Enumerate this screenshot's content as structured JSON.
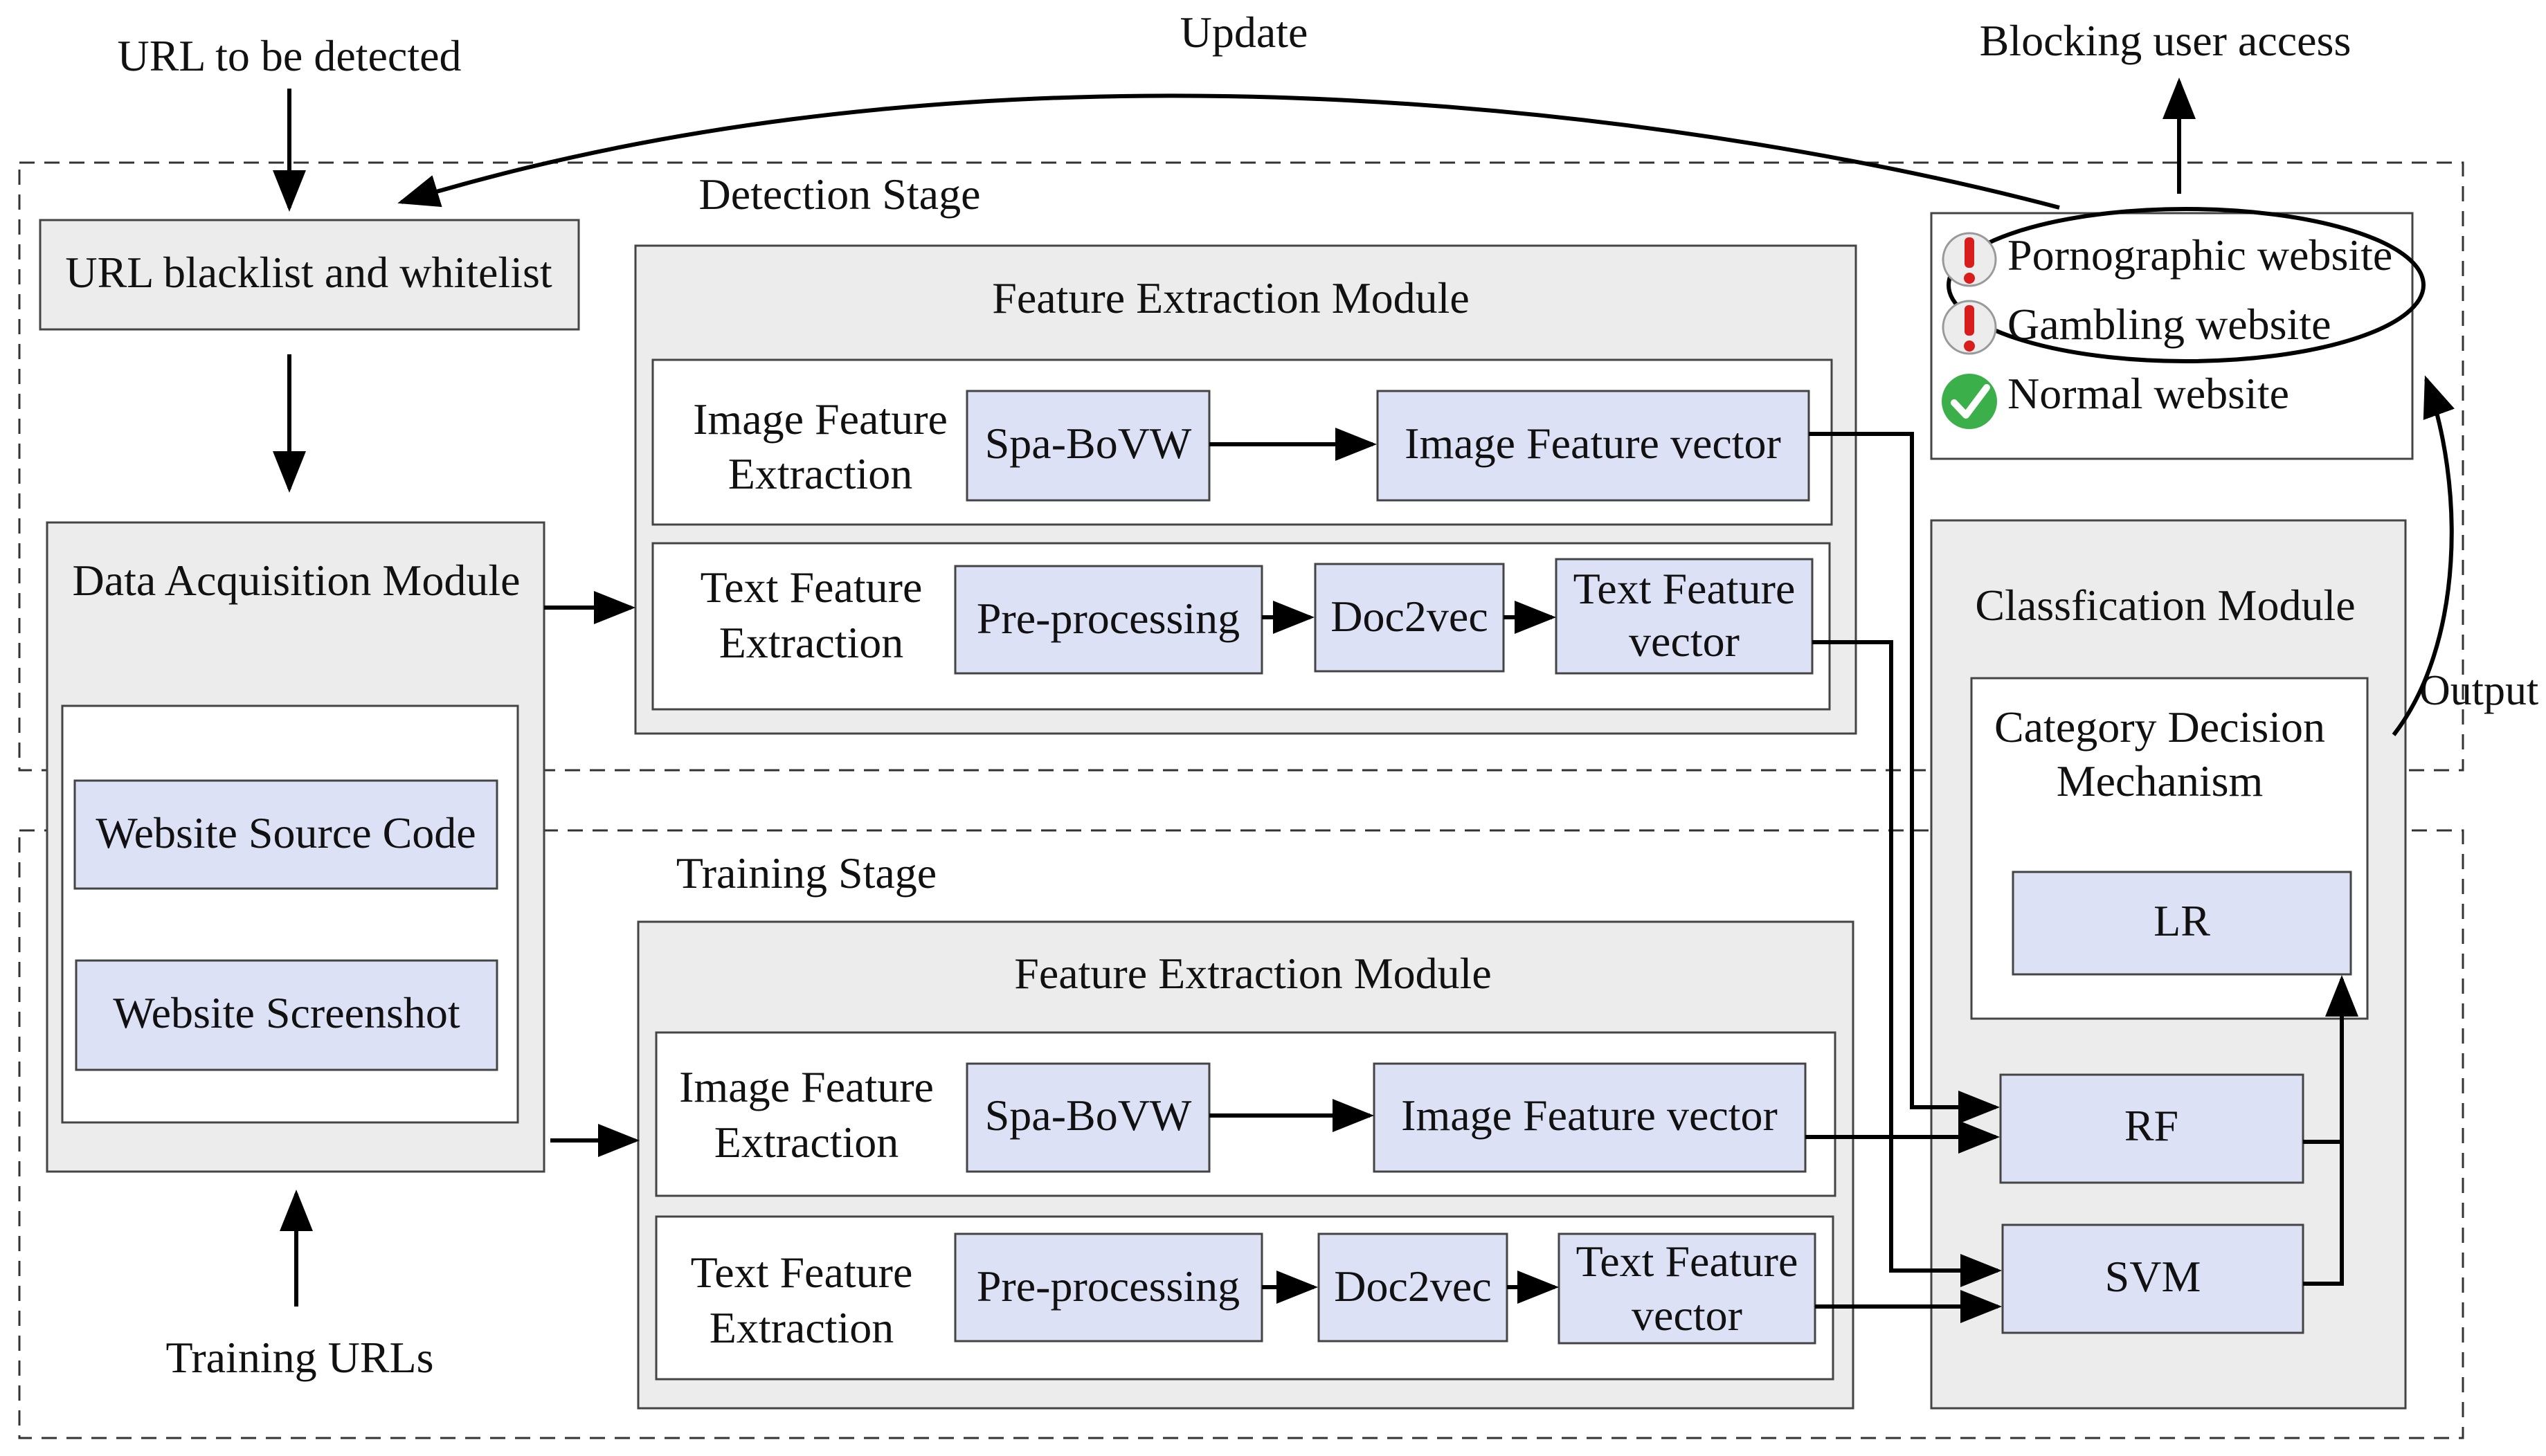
{
  "labels": {
    "url_to_be_detected": "URL to be detected",
    "update": "Update",
    "blocking_user_access": "Blocking user access",
    "detection_stage": "Detection Stage",
    "training_stage": "Training Stage",
    "url_list": "URL blacklist and whitelist",
    "data_acquisition_module": "Data Acquisition Module",
    "website_source_code": "Website Source Code",
    "website_screenshot": "Website Screenshot",
    "training_urls": "Training URLs",
    "output": "Output",
    "classification_module": "Classfication Module",
    "category_decision_line1": "Category Decision",
    "category_decision_line2": "Mechanism",
    "lr": "LR",
    "rf": "RF",
    "svm": "SVM"
  },
  "results": {
    "pornographic": "Pornographic website",
    "gambling": "Gambling website",
    "normal": "Normal website"
  },
  "detection_fem": {
    "title": "Feature Extraction  Module",
    "image_extraction_line1": "Image Feature",
    "image_extraction_line2": "Extraction",
    "spa_bovw": "Spa-BoVW",
    "image_feature_vector": "Image Feature vector",
    "text_extraction_line1": "Text Feature",
    "text_extraction_line2": "Extraction",
    "preprocessing": "Pre-processing",
    "doc2vec": "Doc2vec",
    "text_vector_line1": "Text Feature",
    "text_vector_line2": "vector"
  },
  "training_fem": {
    "title": "Feature Extraction Module",
    "image_extraction_line1": "Image Feature",
    "image_extraction_line2": "Extraction",
    "spa_bovw": "Spa-BoVW",
    "image_feature_vector": "Image Feature vector",
    "text_extraction_line1": "Text Feature",
    "text_extraction_line2": "Extraction",
    "preprocessing": "Pre-processing",
    "doc2vec": "Doc2vec",
    "text_vector_line1": "Text Feature",
    "text_vector_line2": "vector"
  },
  "colors": {
    "module_fill": "#ececec",
    "box_fill": "#dde1f5",
    "alert_red": "#d91c1c",
    "ok_green": "#3bb04a"
  }
}
